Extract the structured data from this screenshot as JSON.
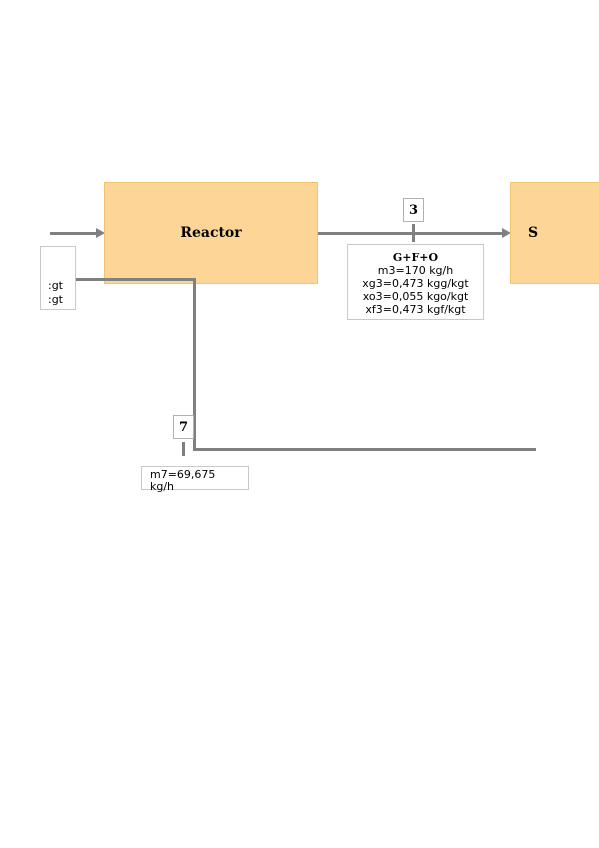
{
  "units": {
    "reactor": "Reactor",
    "separator": "S"
  },
  "streams": {
    "s3": {
      "number": "3",
      "title": "G+F+O",
      "lines": [
        "m3=170 kg/h",
        "xg3=0,473 kgg/kgt",
        "xo3=0,055 kgo/kgt",
        "xf3=0,473 kgf/kgt"
      ]
    },
    "s7": {
      "number": "7",
      "lines": [
        "m7=69,675",
        "kg/h"
      ]
    },
    "left": {
      "lines": [
        ":gt",
        ":gt"
      ]
    }
  }
}
